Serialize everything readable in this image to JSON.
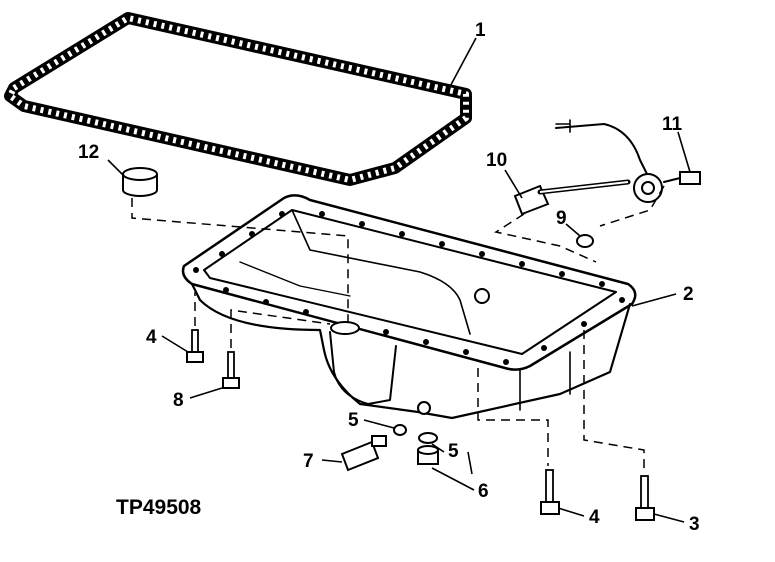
{
  "figure_ref": "TP49508",
  "callouts": {
    "c1": "1",
    "c2": "2",
    "c3": "3",
    "c4a": "4",
    "c4b": "4",
    "c5a": "5",
    "c5b": "5",
    "c6": "6",
    "c7": "7",
    "c8": "8",
    "c9": "9",
    "c10": "10",
    "c11": "11",
    "c12": "12"
  }
}
